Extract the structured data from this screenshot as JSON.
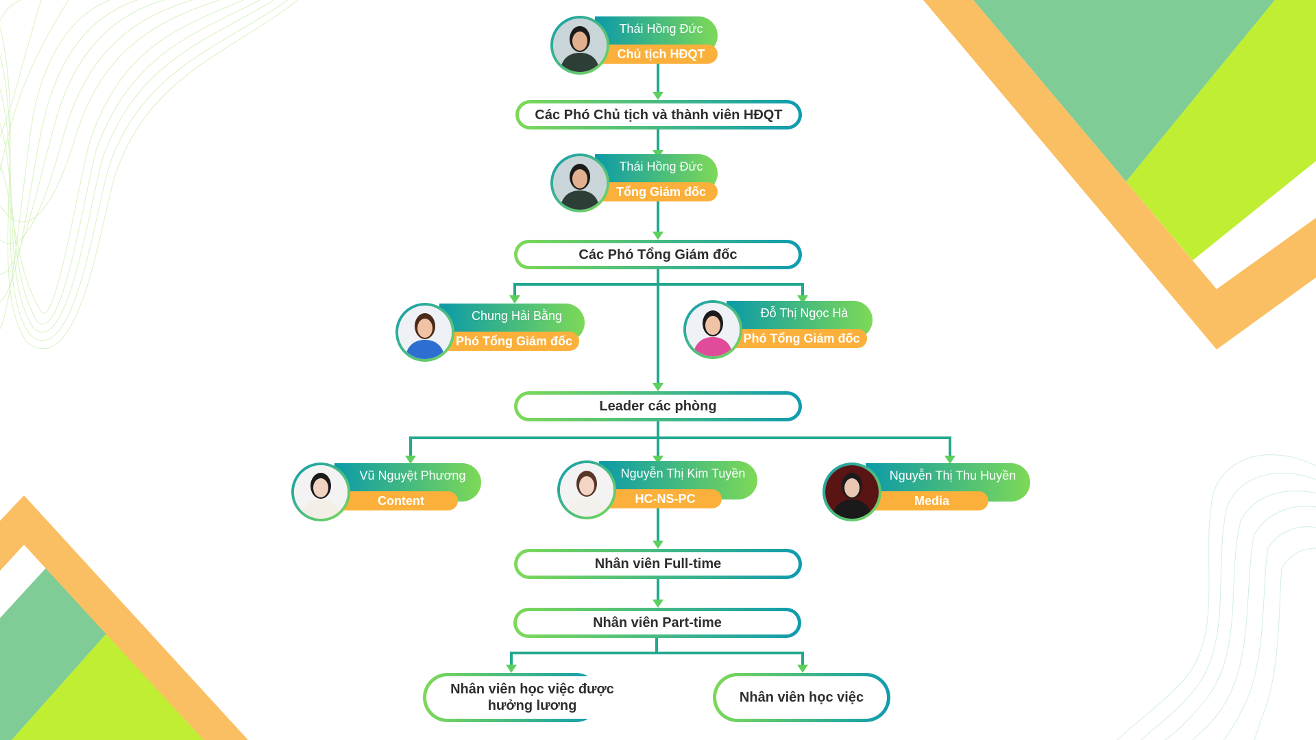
{
  "colors": {
    "teal": "#0f9bb0",
    "green": "#7ed957",
    "orange": "#fbb03b",
    "lime": "#bfee33",
    "mint": "#80cc96"
  },
  "people": [
    {
      "name": "Thái Hồng Đức",
      "role": "Chủ tịch HĐQT"
    },
    {
      "name": "Thái Hồng Đức",
      "role": "Tổng Giám đốc"
    },
    {
      "name": "Chung Hải Bằng",
      "role": "Phó Tổng Giám đốc"
    },
    {
      "name": "Đỗ Thị Ngọc Hà",
      "role": "Phó Tổng Giám đốc"
    },
    {
      "name": "Vũ Nguyệt Phương",
      "role": "Content"
    },
    {
      "name": "Nguyễn Thị Kim Tuyền",
      "role": "HC-NS-PC"
    },
    {
      "name": "Nguyễn Thị Thu Huyền",
      "role": "Media"
    }
  ],
  "boxes": [
    {
      "label": "Các Phó Chủ tịch và thành viên HĐQT"
    },
    {
      "label": "Các Phó Tổng Giám đốc"
    },
    {
      "label": "Leader các phòng"
    },
    {
      "label": "Nhân viên Full-time"
    },
    {
      "label": "Nhân viên Part-time"
    },
    {
      "label": "Nhân viên học việc được hưởng lương"
    },
    {
      "label": "Nhân viên học việc"
    }
  ]
}
